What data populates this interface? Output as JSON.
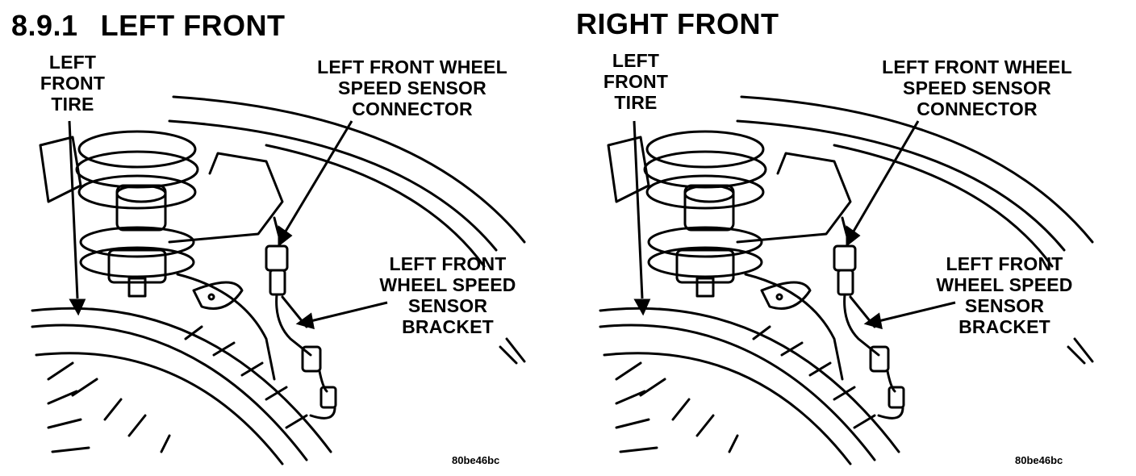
{
  "panels": [
    {
      "section_number": "8.9.1",
      "heading": "LEFT FRONT",
      "tire_label": [
        "LEFT",
        "FRONT",
        "TIRE"
      ],
      "connector_label": [
        "LEFT FRONT WHEEL",
        "SPEED SENSOR",
        "CONNECTOR"
      ],
      "bracket_label": [
        "LEFT FRONT",
        "WHEEL SPEED",
        "SENSOR",
        "BRACKET"
      ],
      "figure_code": "80be46bc"
    },
    {
      "heading": "RIGHT FRONT",
      "tire_label": [
        "LEFT",
        "FRONT",
        "TIRE"
      ],
      "connector_label": [
        "LEFT FRONT WHEEL",
        "SPEED SENSOR",
        "CONNECTOR"
      ],
      "bracket_label": [
        "LEFT FRONT",
        "WHEEL SPEED",
        "SENSOR",
        "BRACKET"
      ],
      "figure_code": "80be46bc"
    }
  ]
}
